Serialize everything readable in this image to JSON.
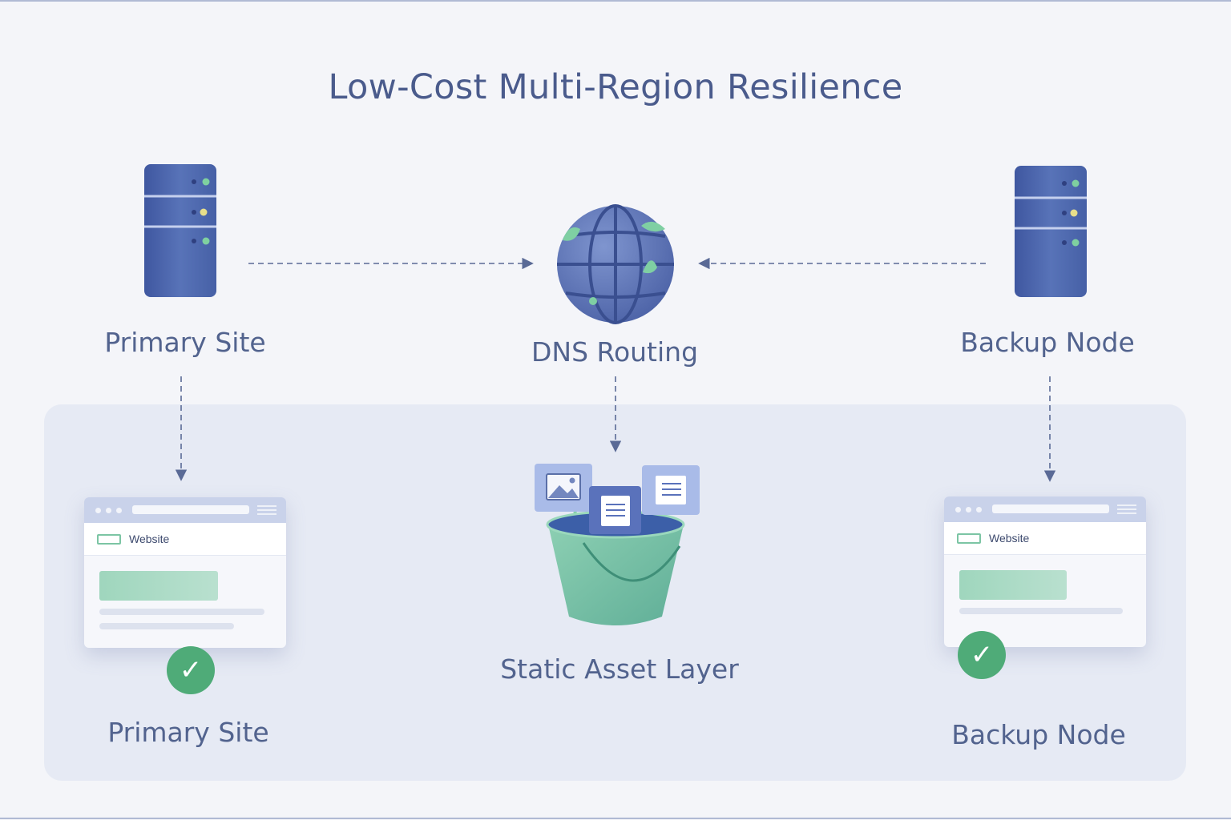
{
  "title": "Low-Cost Multi-Region Resilience",
  "nodes": {
    "primary_top": "Primary Site",
    "dns": "DNS Routing",
    "backup_top": "Backup Node",
    "primary_bottom": "Primary Site",
    "static": "Static Asset Layer",
    "backup_bottom": "Backup Node"
  },
  "browser": {
    "tab_label": "Website"
  },
  "icons": {
    "server": "server-icon",
    "globe": "globe-icon",
    "bucket": "bucket-icon",
    "check": "check-circle-icon",
    "image": "image-icon",
    "document": "document-icon"
  },
  "colors": {
    "server": "#4a64a8",
    "status_ok": "#4fab78",
    "accent_green": "#7cc5a4",
    "title": "#4a5b8c"
  }
}
